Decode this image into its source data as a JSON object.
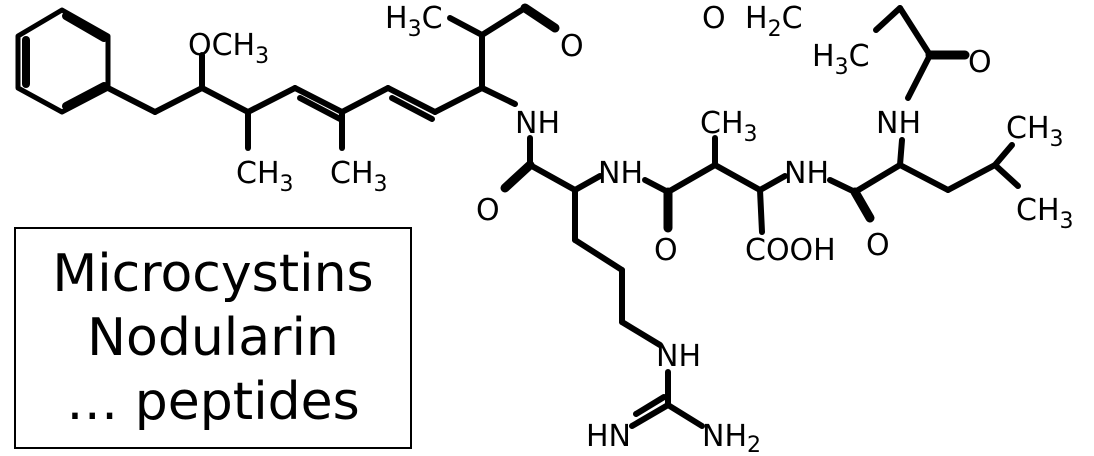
{
  "caption": {
    "line1": "Microcystins",
    "line2": "Nodularin",
    "line3": "… peptides"
  },
  "atoms": {
    "methoxy": "OCH",
    "methoxy_sub": "3",
    "h3c_top_left": "H",
    "h3c_top_left_sub": "3",
    "h3c_top_left_c": "C",
    "o_top_left": "O",
    "o_top_mid": "O",
    "h2c_top": "H",
    "h2c_top_sub": "2",
    "h2c_top_c": "C",
    "h3c_right": "H",
    "h3c_right_sub": "3",
    "h3c_right_c": "C",
    "o_top_right": "O",
    "ch3_a": "CH",
    "ch3_a_sub": "3",
    "ch3_b": "CH",
    "ch3_b_sub": "3",
    "nh_1": "NH",
    "o_1": "O",
    "nh_2": "NH",
    "ch3_ala": "CH",
    "ch3_ala_sub": "3",
    "o_2": "O",
    "nh_3": "NH",
    "cooh": "COOH",
    "o_3": "O",
    "nh_4": "NH",
    "ch3_leu1": "CH",
    "ch3_leu1_sub": "3",
    "ch3_leu2": "CH",
    "ch3_leu2_sub": "3",
    "nh_arg": "NH",
    "hn_arg": "HN",
    "nh2_arg": "NH",
    "nh2_arg_sub": "2"
  }
}
